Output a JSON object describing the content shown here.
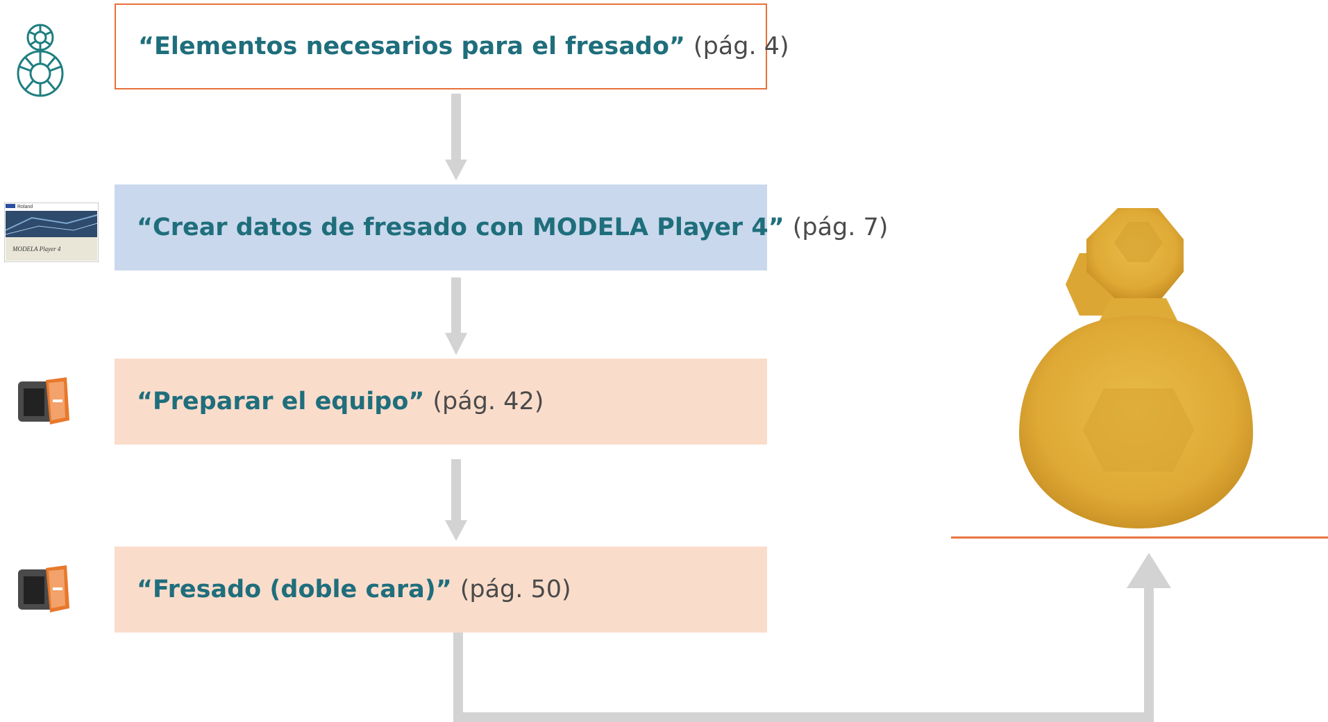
{
  "steps": [
    {
      "title": "“Elementos necesarios para el fresado”",
      "page": "(pág. 4)",
      "icon": "bottle-wireframe-icon"
    },
    {
      "title": "“Crear datos de fresado con MODELA Player 4”",
      "page": "(pág. 7)",
      "icon": "modela-player-splash-icon"
    },
    {
      "title": "“Preparar el equipo”",
      "page": "(pág. 42)",
      "icon": "milling-machine-icon"
    },
    {
      "title": "“Fresado (doble cara)”",
      "page": "(pág. 50)",
      "icon": "milling-machine-icon"
    }
  ],
  "splash": {
    "brand": "Roland",
    "product": "MODELA Player 4"
  },
  "colors": {
    "title_text": "#1f6e7c",
    "page_text": "#4a4a4a",
    "step1_border": "#e8703a",
    "step2_fill": "#c9d8ec",
    "step3_4_fill": "#fadccb",
    "arrow": "#d3d3d3",
    "baseline": "#e8703a",
    "model": "#e4b23a"
  }
}
